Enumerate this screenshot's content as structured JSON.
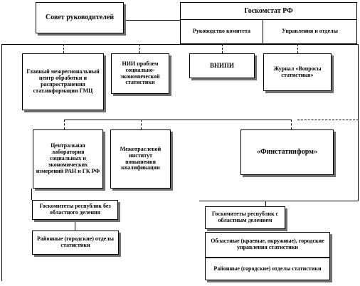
{
  "council": "Совет руководителей",
  "goskomstat": {
    "title": "Госкомстат РФ",
    "leadership": "Руководство комитета",
    "departments": "Управления и отделы"
  },
  "row1": {
    "gmc": "Главный межрегиональный центр обработки и распространения стат.информации ГМЦ",
    "nii": "НИИ проблем социально-экономической статистики",
    "vnipi": "ВНИПИ",
    "journal": "Журнал «Вопросы статистики»"
  },
  "row2": {
    "lab": "Центральная лаборатория социальных и экономических измерений РАН и ГК РФ",
    "institute": "Межотраслевой институт повышения квалификации",
    "finstat": "«Финстатинформ»"
  },
  "left_chain": {
    "committees": "Госкомитеты республик без областного деления",
    "district": "Районные (городские) отделы статистики"
  },
  "right_chain": {
    "committees": "Госкомитеты республик с областным делением",
    "regional": "Областные (краевые, окружные), городские управления статистики",
    "district": "Районные (городские) отделы статистики"
  }
}
